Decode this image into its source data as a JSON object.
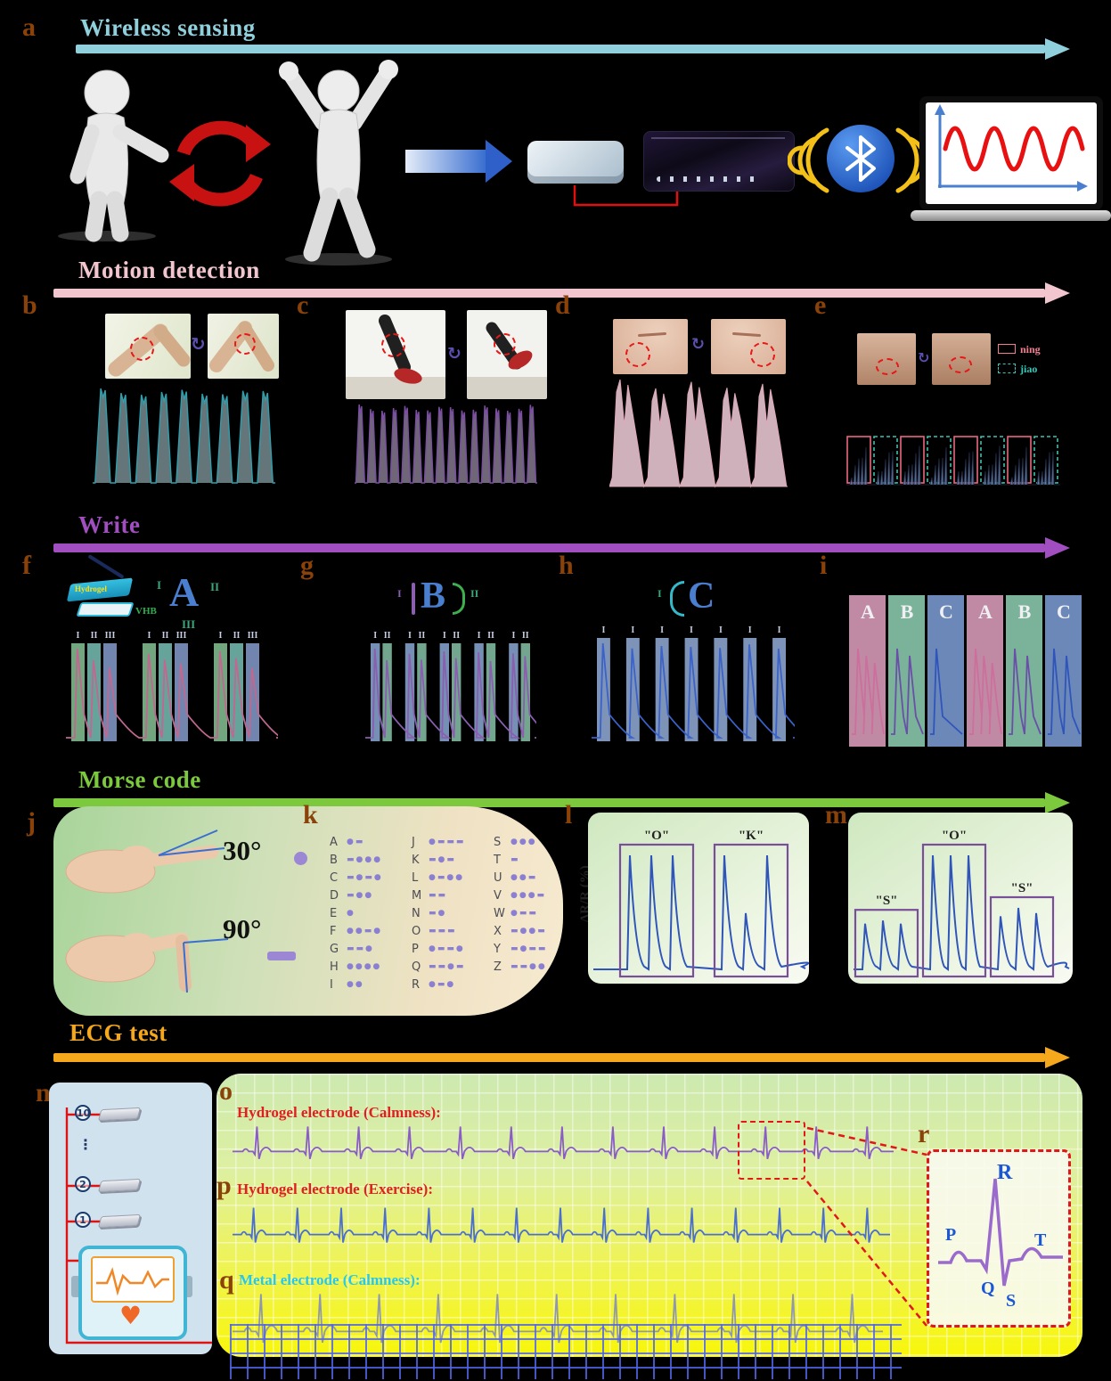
{
  "figure": {
    "panel_letters": {
      "a": "a",
      "b": "b",
      "c": "c",
      "d": "d",
      "e": "e",
      "f": "f",
      "g": "g",
      "h": "h",
      "i": "i",
      "j": "j",
      "k": "k",
      "l": "l",
      "m": "m",
      "n": "n",
      "o": "o",
      "p": "p",
      "q": "q",
      "r": "r"
    }
  },
  "sections": {
    "wireless": {
      "title": "Wireless sensing",
      "color": "#8fd0dc"
    },
    "motion": {
      "title": "Motion detection",
      "color": "#f2c6ce"
    },
    "write": {
      "title": "Write",
      "color": "#a14fc0"
    },
    "morse": {
      "title": "Morse code",
      "color": "#7cc93e"
    },
    "ecg": {
      "title": "ECG test",
      "color": "#f5a81c"
    }
  },
  "icons": {
    "rotate": "↻",
    "heart": "♥",
    "ellipsis": "⋮"
  },
  "motion": {
    "legend": [
      {
        "label": "ning",
        "style": "solid-pink"
      },
      {
        "label": "jiao",
        "style": "dashed-teal"
      }
    ]
  },
  "write": {
    "hydrogel_label": "Hydrogel",
    "vhb_label": "VHB",
    "letters": {
      "f": "A",
      "g": "B",
      "h": "C"
    },
    "numerals": {
      "one": "I",
      "two": "II",
      "three": "III"
    },
    "f_band_labels": [
      "I",
      "II",
      "III"
    ],
    "g_band_labels": [
      "I",
      "II"
    ],
    "h_band_labels": [
      "I"
    ],
    "i_band_letters": [
      "A",
      "B",
      "C",
      "A",
      "B",
      "C"
    ]
  },
  "morse": {
    "angles": {
      "dot": "30°",
      "dash": "90°"
    },
    "ylabel": "ΔR/R (%)",
    "table": [
      {
        "letter": "A",
        "code": "●▬"
      },
      {
        "letter": "B",
        "code": "▬●●●"
      },
      {
        "letter": "C",
        "code": "▬●▬●"
      },
      {
        "letter": "D",
        "code": "▬●●"
      },
      {
        "letter": "E",
        "code": "●"
      },
      {
        "letter": "F",
        "code": "●●▬●"
      },
      {
        "letter": "G",
        "code": "▬▬●"
      },
      {
        "letter": "H",
        "code": "●●●●"
      },
      {
        "letter": "I",
        "code": "●●"
      },
      {
        "letter": "J",
        "code": "●▬▬▬"
      },
      {
        "letter": "K",
        "code": "▬●▬"
      },
      {
        "letter": "L",
        "code": "●▬●●"
      },
      {
        "letter": "M",
        "code": "▬▬"
      },
      {
        "letter": "N",
        "code": "▬●"
      },
      {
        "letter": "O",
        "code": "▬▬▬"
      },
      {
        "letter": "P",
        "code": "●▬▬●"
      },
      {
        "letter": "Q",
        "code": "▬▬●▬"
      },
      {
        "letter": "R",
        "code": "●▬●"
      },
      {
        "letter": "S",
        "code": "●●●"
      },
      {
        "letter": "T",
        "code": "▬"
      },
      {
        "letter": "U",
        "code": "●●▬"
      },
      {
        "letter": "V",
        "code": "●●●▬"
      },
      {
        "letter": "W",
        "code": "●▬▬"
      },
      {
        "letter": "X",
        "code": "▬●●▬"
      },
      {
        "letter": "Y",
        "code": "▬●▬▬"
      },
      {
        "letter": "Z",
        "code": "▬▬●●"
      }
    ],
    "l_groups": [
      {
        "label": "\"O\""
      },
      {
        "label": "\"K\""
      }
    ],
    "m_groups": [
      {
        "label": "\"S\""
      },
      {
        "label": "\"O\""
      },
      {
        "label": "\"S\""
      }
    ]
  },
  "ecg": {
    "labels": {
      "o": "Hydrogel electrode (Calmness):",
      "p": "Hydrogel electrode (Exercise):",
      "q": "Metal electrode (Calmness):"
    },
    "electrodes": [
      "10",
      "2",
      "1"
    ],
    "wave_points": [
      "P",
      "Q",
      "R",
      "S",
      "T"
    ]
  },
  "waveforms": {
    "b": {
      "type": "spikes",
      "count": 9,
      "stroke": "#2f9fae",
      "fill": "#c8ecf2"
    },
    "c": {
      "type": "spikes",
      "count": 16,
      "stroke": "#7a4fa0",
      "fill": "#ddccee"
    },
    "d": {
      "type": "mountains",
      "count": 5,
      "stroke": "#e0a8b8",
      "fill": "#f2d0da"
    },
    "e": {
      "type": "bump-groups",
      "groups": 8,
      "fill": "#6a82ac",
      "stroke": "#23304e",
      "box_colors": [
        "#e86880",
        "#3fbfb0"
      ]
    },
    "f": {
      "type": "pulse-groups",
      "groups": 3,
      "per": 3,
      "stroke": "#c06890",
      "bands": [
        "#8ed09e",
        "#7fccc2",
        "#8fa6da"
      ]
    },
    "g": {
      "type": "pulse-groups",
      "groups": 5,
      "per": 2,
      "stroke": "#8a5fb0",
      "bands": [
        "#93b4e2",
        "#8ed0b2"
      ]
    },
    "h": {
      "type": "pulse-groups",
      "groups": 7,
      "per": 1,
      "stroke": "#3a62c8",
      "bands": [
        "#9db8e6"
      ]
    },
    "i": {
      "type": "band-letters",
      "bands": [
        {
          "letter": "A",
          "band": "#e2a2c2",
          "stroke": "#cc6f9c",
          "peaks": 3
        },
        {
          "letter": "B",
          "band": "#8fd2b4",
          "stroke": "#6a4fa8",
          "peaks": 2
        },
        {
          "letter": "C",
          "band": "#7fa0d8",
          "stroke": "#2f55bb",
          "peaks": 1
        },
        {
          "letter": "A",
          "band": "#e2a2c2",
          "stroke": "#cc6f9c",
          "peaks": 3
        },
        {
          "letter": "B",
          "band": "#8fd2b4",
          "stroke": "#6a4fa8",
          "peaks": 2
        },
        {
          "letter": "C",
          "band": "#7fa0d8",
          "stroke": "#2f55bb",
          "peaks": 2
        }
      ]
    },
    "l": {
      "type": "morse",
      "stroke": "#2f55bb",
      "box": "#7a4f9a",
      "startX": 44,
      "sp": 24,
      "gap": 34,
      "groups": [
        [
          1,
          1,
          1
        ],
        [
          1,
          0.45,
          1
        ]
      ]
    },
    "m": {
      "type": "morse",
      "stroke": "#2f55bb",
      "box": "#7a4f9a",
      "startX": 16,
      "sp": 20,
      "gap": 16,
      "groups": [
        [
          0.35,
          0.38,
          0.35
        ],
        [
          1,
          1,
          1
        ],
        [
          0.42,
          0.5,
          0.45
        ]
      ]
    },
    "o": {
      "type": "ecg",
      "beats": 13,
      "stroke": "#8a5cc8",
      "amp": 28
    },
    "p": {
      "type": "ecg",
      "beats": 15,
      "stroke": "#4a6fd0",
      "amp": 30
    },
    "q": {
      "type": "ecg",
      "beats": 11,
      "stroke": "#9098b0",
      "amp": 42
    }
  }
}
